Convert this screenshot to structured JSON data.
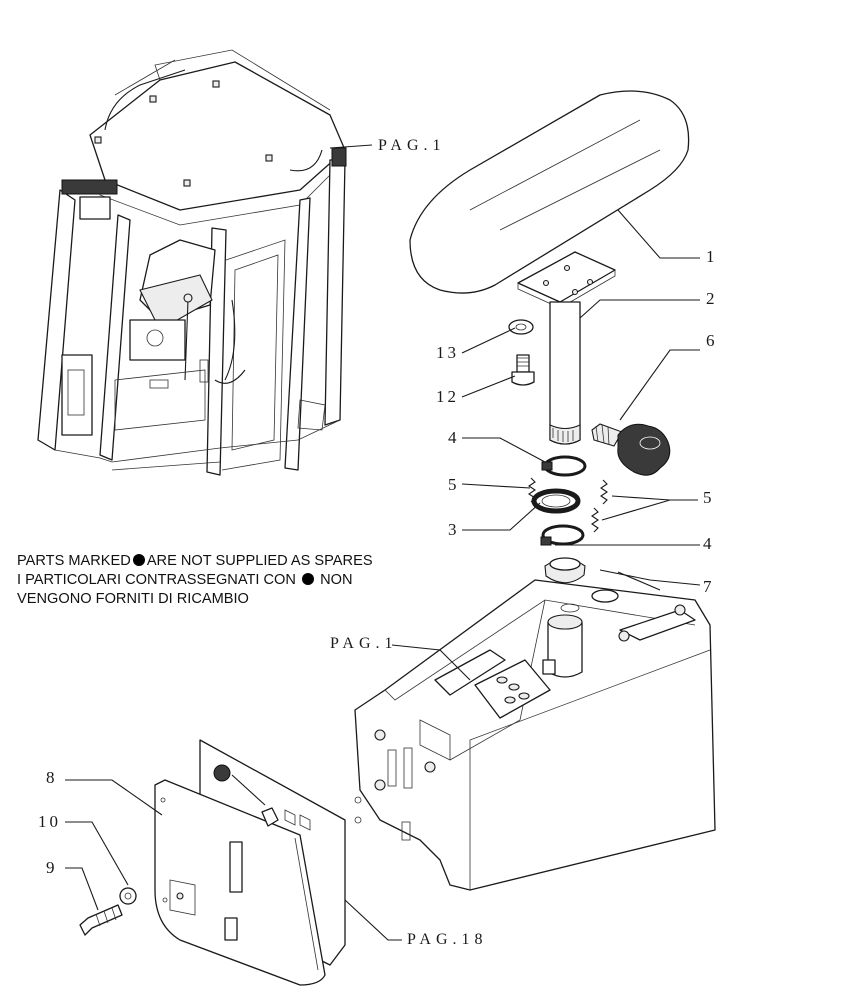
{
  "note": {
    "line1_prefix": "PARTS MARKED",
    "line1_suffix": "ARE NOT SUPPLIED AS SPARES",
    "line2_prefix": "I PARTICOLARI CONTRASSEGNATI CON",
    "line2_suffix": "NON",
    "line3": "VENGONO FORNITI DI RICAMBIO"
  },
  "page_refs": {
    "top": "PAG.1",
    "middle": "PAG.1",
    "bottom": "PAG.18"
  },
  "callouts": {
    "c1": "1",
    "c2": "2",
    "c3": "3",
    "c4a": "4",
    "c4b": "4",
    "c5a": "5",
    "c5b": "5",
    "c6": "6",
    "c7": "7",
    "c8": "8",
    "c9": "9",
    "c10": "10",
    "c12": "12",
    "c13": "13"
  },
  "icons": {
    "not_supplied_marker": "black-dot-icon"
  }
}
